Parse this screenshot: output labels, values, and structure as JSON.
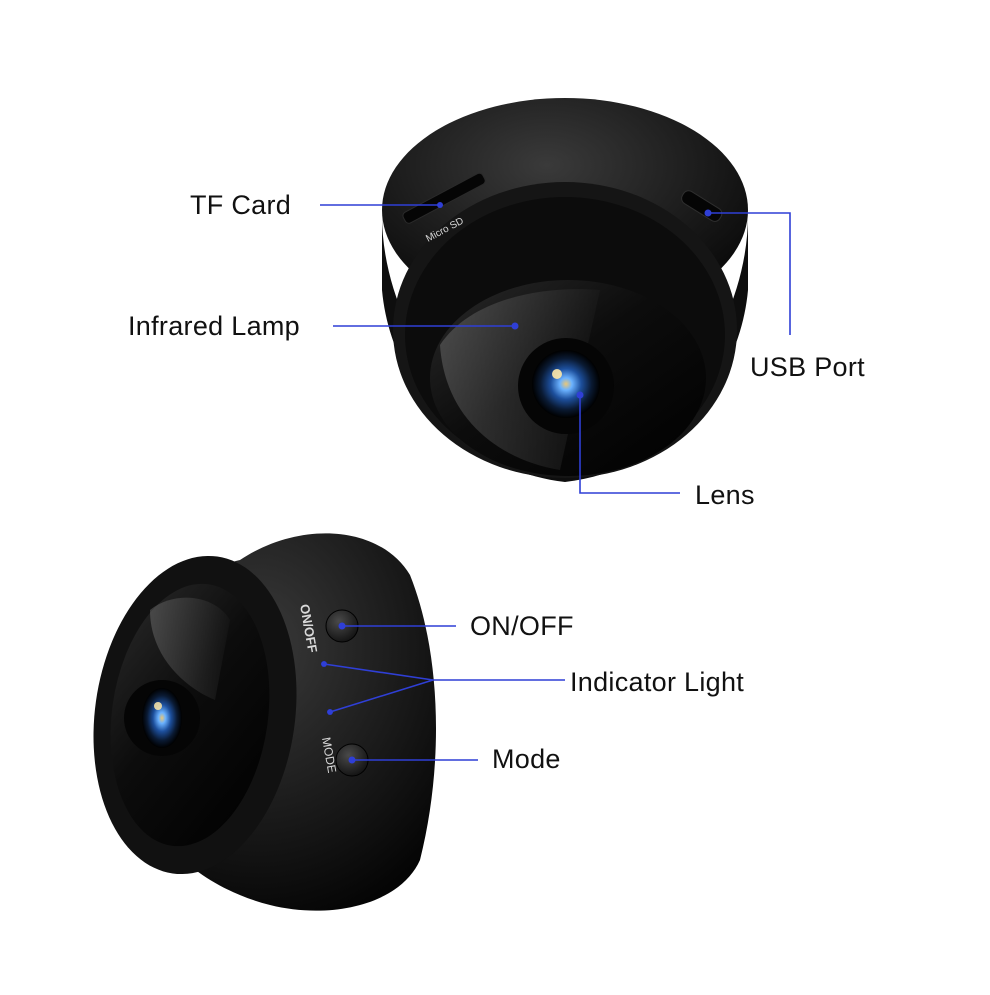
{
  "labels": {
    "tf_card": "TF Card",
    "infrared_lamp": "Infrared Lamp",
    "usb_port": "USB Port",
    "lens": "Lens",
    "on_off": "ON/OFF",
    "indicator_light": "Indicator Light",
    "mode": "Mode"
  },
  "device_print": {
    "micro_sd": "Micro SD",
    "on_off": "ON/OFF",
    "mode": "MODE"
  },
  "colors": {
    "leader_line": "#2f3fd6",
    "body": "#141414",
    "lens_glint": "#3d8ee0"
  }
}
